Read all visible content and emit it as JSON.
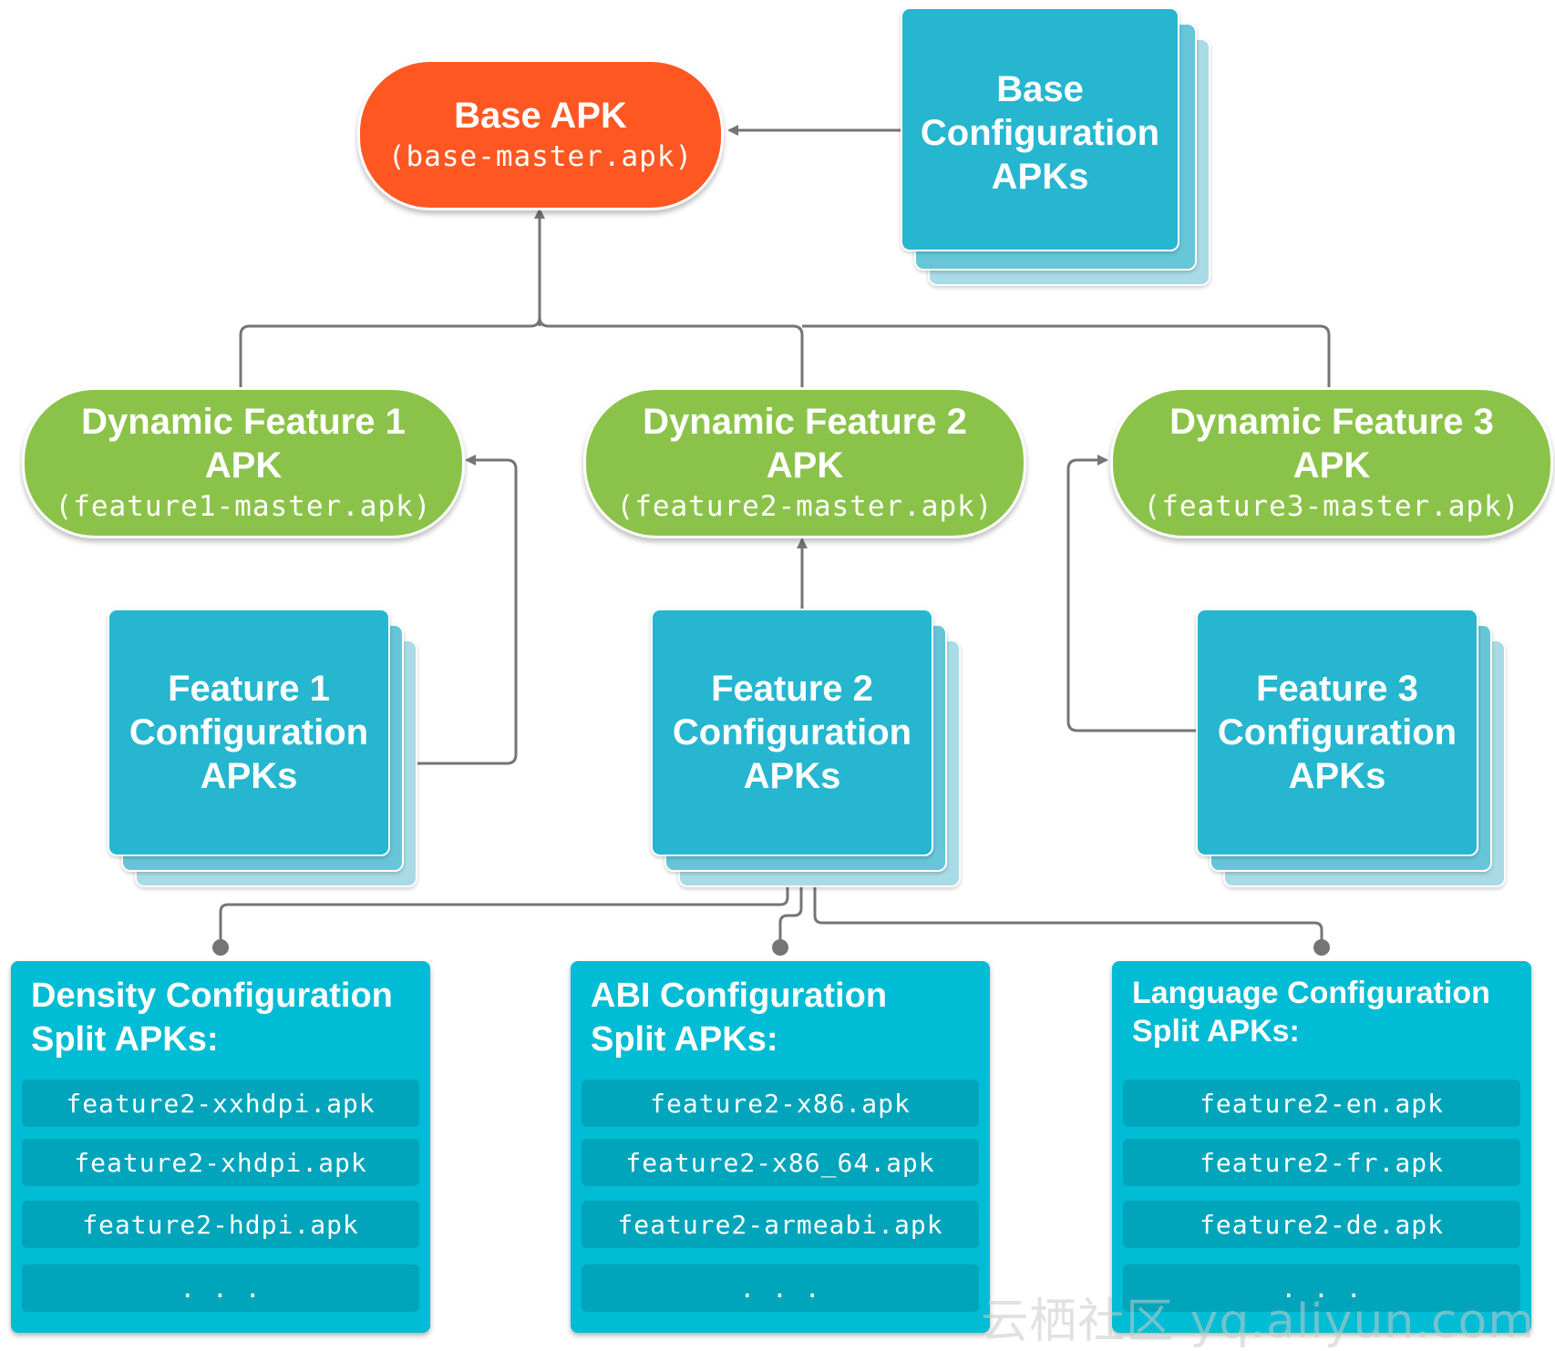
{
  "base_apk": {
    "title": "Base APK",
    "file": "(base-master.apk)"
  },
  "base_config": {
    "lines": [
      "Base",
      "Configuration",
      "APKs"
    ]
  },
  "features": [
    {
      "title1": "Dynamic Feature 1",
      "title2": "APK",
      "file": "(feature1-master.apk)"
    },
    {
      "title1": "Dynamic Feature 2",
      "title2": "APK",
      "file": "(feature2-master.apk)"
    },
    {
      "title1": "Dynamic Feature 3",
      "title2": "APK",
      "file": "(feature3-master.apk)"
    }
  ],
  "feature_configs": [
    {
      "lines": [
        "Feature 1",
        "Configuration",
        "APKs"
      ]
    },
    {
      "lines": [
        "Feature 2",
        "Configuration",
        "APKs"
      ]
    },
    {
      "lines": [
        "Feature 3",
        "Configuration",
        "APKs"
      ]
    }
  ],
  "splits": [
    {
      "title": [
        "Density Configuration",
        "Split APKs:"
      ],
      "items": [
        "feature2-xxhdpi.apk",
        "feature2-xhdpi.apk",
        "feature2-hdpi.apk",
        ". . ."
      ]
    },
    {
      "title": [
        "ABI Configuration",
        "Split APKs:"
      ],
      "items": [
        "feature2-x86.apk",
        "feature2-x86_64.apk",
        "feature2-armeabi.apk",
        ". . ."
      ]
    },
    {
      "title": [
        "Language Configuration",
        "Split APKs:"
      ],
      "items": [
        "feature2-en.apk",
        "feature2-fr.apk",
        "feature2-de.apk",
        ". . ."
      ]
    }
  ],
  "colors": {
    "base": "#ff5722",
    "feature": "#8bc34a",
    "config": "#26b6cf",
    "split": "#00bcd4",
    "connector": "#757575"
  },
  "watermark": "云栖社区 yq.aliyun.com"
}
